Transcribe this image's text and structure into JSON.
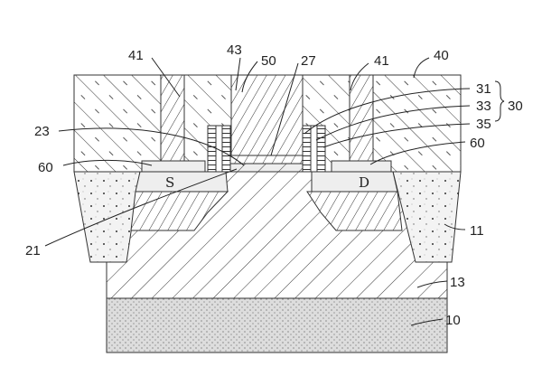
{
  "figure": {
    "labels": {
      "l41a": "41",
      "l43": "43",
      "l50": "50",
      "l27": "27",
      "l41b": "41",
      "l40": "40",
      "l31": "31",
      "l33": "33",
      "l30": "30",
      "l35": "35",
      "l60r": "60",
      "l23": "23",
      "l60l": "60",
      "source": "S",
      "drain": "D",
      "l21": "21",
      "l11": "11",
      "l13": "13",
      "l10": "10"
    }
  }
}
